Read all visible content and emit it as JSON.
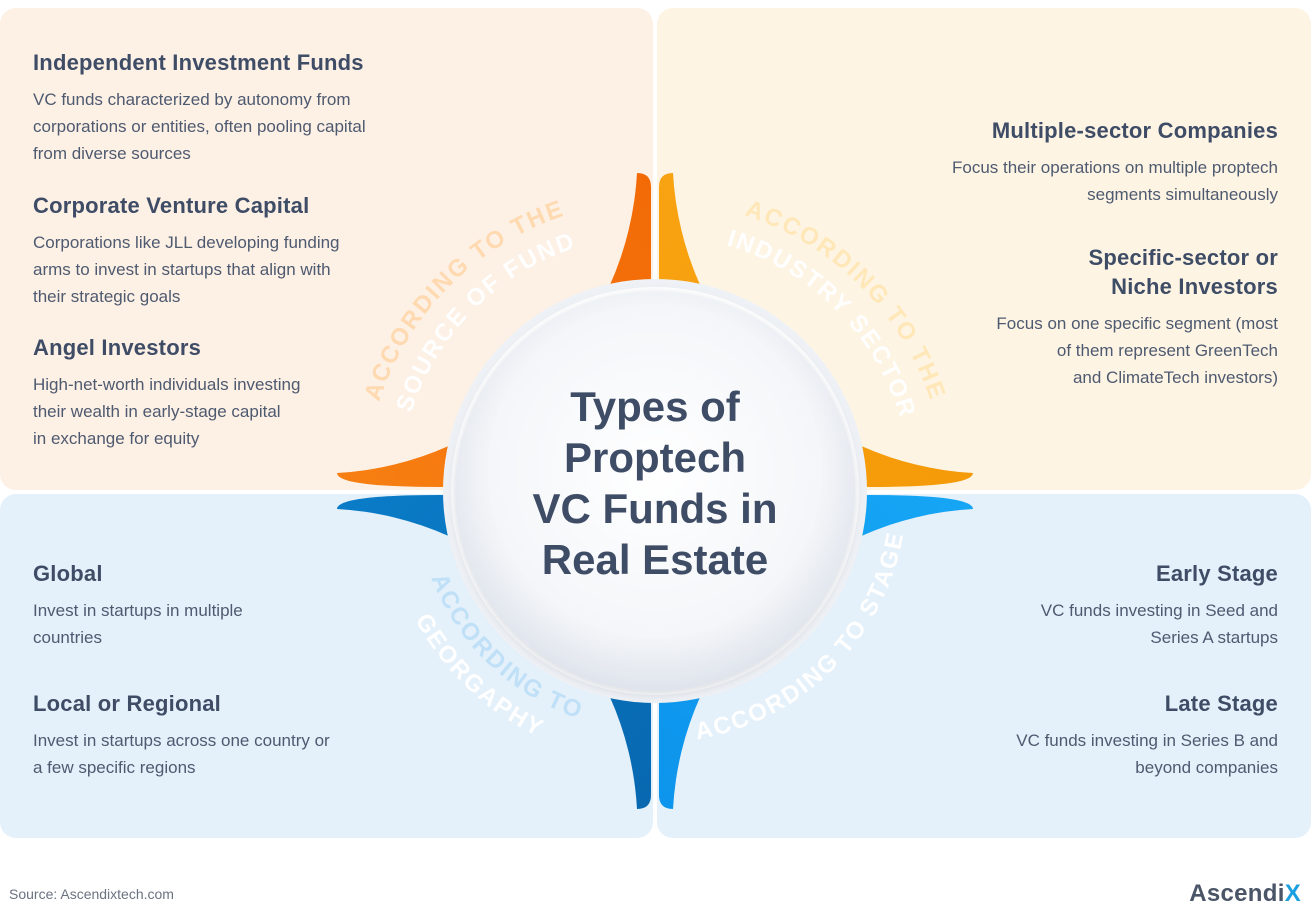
{
  "center_title": [
    "Types of",
    "Proptech",
    "VC Funds in",
    "Real Estate"
  ],
  "ring_labels": {
    "source_of_fund": [
      "ACCORDING TO THE",
      "SOURCE OF FUND"
    ],
    "industry_sector": [
      "ACCORDING TO THE",
      "INDUSTRY SECTOR"
    ],
    "geography": [
      "ACCORDING TO",
      "GEORGAPHY"
    ],
    "stage": [
      "ACCORDING TO STAGE"
    ]
  },
  "source_of_fund": [
    {
      "title": "Independent Investment Funds",
      "text": [
        "VC funds characterized by autonomy from",
        "corporations or entities, often pooling capital",
        "from diverse sources"
      ]
    },
    {
      "title": "Corporate Venture Capital",
      "text": [
        "Corporations like JLL developing funding",
        "arms to invest in startups that align with",
        "their strategic goals"
      ]
    },
    {
      "title": "Angel Investors",
      "text": [
        "High-net-worth individuals investing",
        "their wealth in early-stage capital",
        "in exchange for equity"
      ]
    }
  ],
  "industry_sector": [
    {
      "title": [
        "Multiple-sector Companies"
      ],
      "text": [
        "Focus their operations on multiple proptech",
        "segments simultaneously"
      ]
    },
    {
      "title": [
        "Specific-sector or",
        "Niche Investors"
      ],
      "text": [
        "Focus on one specific segment (most",
        "of them represent GreenTech",
        "and ClimateTech investors)"
      ]
    }
  ],
  "geography": [
    {
      "title": "Global",
      "text": [
        "Invest in startups in multiple",
        "countries"
      ]
    },
    {
      "title": "Local or Regional",
      "text": [
        "Invest in startups across one country or",
        "a few specific regions"
      ]
    }
  ],
  "stage": [
    {
      "title": "Early Stage",
      "text": [
        "VC funds investing in Seed and",
        "Series A startups"
      ]
    },
    {
      "title": "Late Stage",
      "text": [
        "VC funds investing in Series B and",
        "beyond companies"
      ]
    }
  ],
  "colors": {
    "source_of_fund": "#f5700c",
    "industry_sector": "#f7a00c",
    "geography": "#0a78c4",
    "stage": "#129ef0",
    "text_dark": "#3e4c66"
  },
  "footer": {
    "source": "Source:  Ascendixtech.com",
    "logo_main": "Ascendi",
    "logo_accent": "X"
  }
}
